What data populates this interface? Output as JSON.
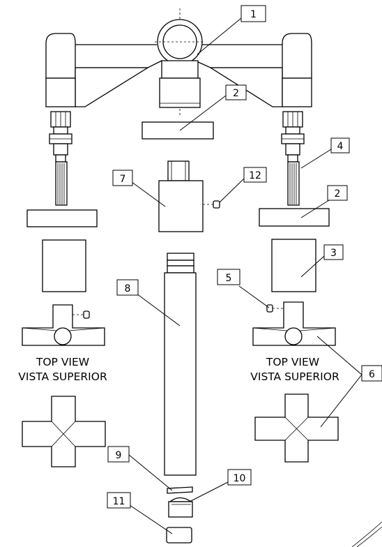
{
  "callouts": {
    "c1": "1",
    "c2a": "2",
    "c2b": "2",
    "c3": "3",
    "c4": "4",
    "c5": "5",
    "c6": "6",
    "c7": "7",
    "c8": "8",
    "c9": "9",
    "c10": "10",
    "c11": "11",
    "c12": "12"
  },
  "views": {
    "left_en": "TOP VIEW",
    "left_es": "VISTA SUPERIOR",
    "right_en": "TOP VIEW",
    "right_es": "VISTA SUPERIOR"
  }
}
